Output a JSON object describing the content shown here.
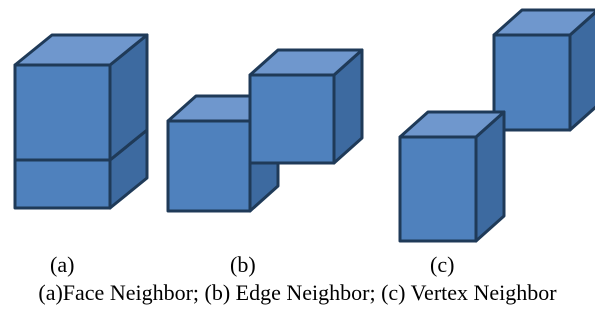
{
  "figure": {
    "colors": {
      "front": "#4f81bd",
      "top": "#6f97cd",
      "side": "#3d6aa0",
      "outline": "#1f3a58"
    },
    "labels": [
      "(a)",
      "(b)",
      "(c)"
    ],
    "caption": "(a)Face Neighbor; (b) Edge Neighbor; (c) Vertex Neighbor"
  }
}
